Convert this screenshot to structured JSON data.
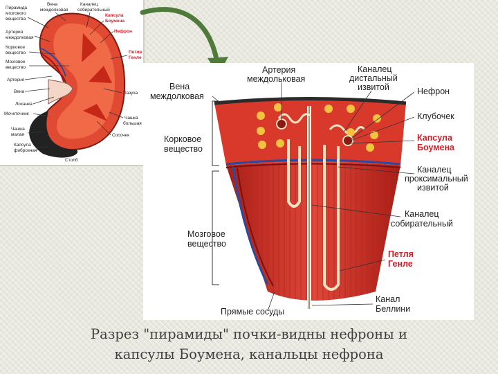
{
  "kidney": {
    "labels": {
      "pyramid": [
        "Пирамида",
        "мозгового",
        "вещества"
      ],
      "interlobar_vein": [
        "Вена",
        "междолковая"
      ],
      "distal_tubule": [
        "Каналец",
        "собирательный"
      ],
      "bowman": [
        "Капсула",
        "Боумена"
      ],
      "nephron": "Нефрон",
      "henle": [
        "Петля",
        "Генле"
      ],
      "interlobar_artery": [
        "Артерия",
        "междолковая"
      ],
      "cortex": [
        "Корковое",
        "вещество"
      ],
      "medulla": [
        "Мозговое",
        "вещество"
      ],
      "artery": "Артерия",
      "vein": "Вена",
      "pelvis": "Лоханка",
      "ureter": "Мочеточник",
      "minor_calyx": [
        "Чашка",
        "малая"
      ],
      "capsule": [
        "Капсула",
        "фиброзная"
      ],
      "sinus": "Пазуха",
      "major_calyx": [
        "Чашка",
        "большая"
      ],
      "papilla": "Сосочек",
      "column": "Столб"
    }
  },
  "section": {
    "labels": {
      "interlobar_vein": [
        "Вена",
        "междолковая"
      ],
      "interlobar_artery": [
        "Артерия",
        "междольковая"
      ],
      "distal_tubule": [
        "Каналец",
        "дистальный",
        "извитой"
      ],
      "nephron": "Нефрон",
      "glomerulus": "Клубочек",
      "bowman": [
        "Капсула",
        "Боумена"
      ],
      "cortex": [
        "Корковое",
        "вещество"
      ],
      "proximal_tubule": [
        "Каналец",
        "проксимальный",
        "извитой"
      ],
      "collecting_duct": [
        "Каналец",
        "собирательный"
      ],
      "medulla": [
        "Мозговое",
        "вещество"
      ],
      "henle": [
        "Петля",
        "Генле"
      ],
      "vasa_recta": "Прямые сосуды",
      "bellini": [
        "Канал",
        "Беллини"
      ]
    }
  },
  "caption": {
    "line1": "Разрез \"пирамиды\" почки-видны нефроны и",
    "line2": "капсулы Боумена, канальцы нефрона"
  },
  "colors": {
    "tissue_red": "#d8392b",
    "tissue_dark": "#a81e16",
    "highlight_red": "#d0202a",
    "arrow_green": "#4e7a3a"
  }
}
